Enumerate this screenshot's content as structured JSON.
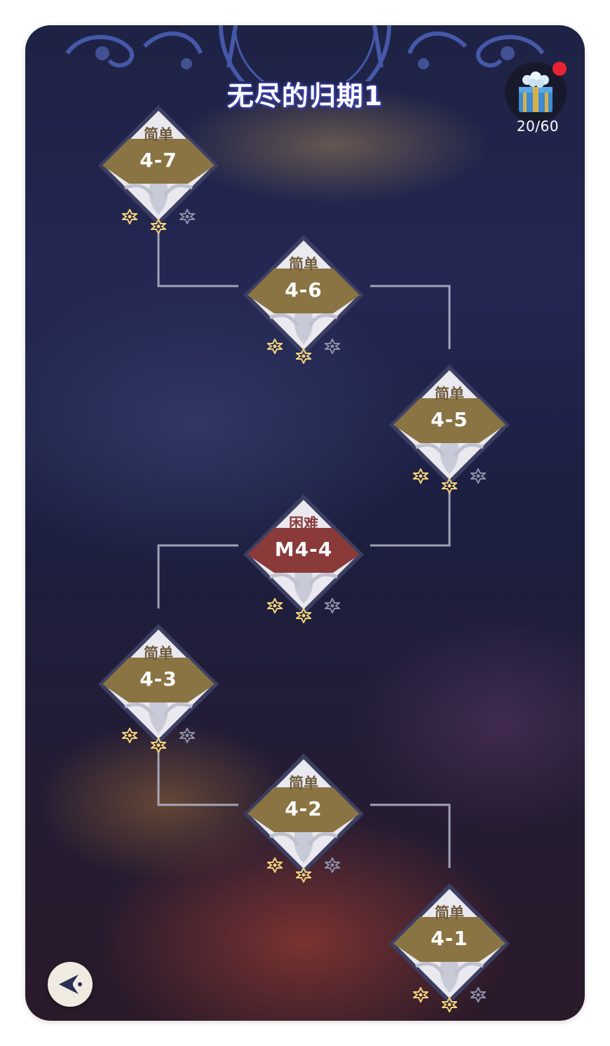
{
  "title": "无尽的归期1",
  "reward": {
    "icon": "gift-box-icon",
    "count": "20/60",
    "has_notification": true
  },
  "stages": [
    {
      "id": "4-7",
      "code": "4-7",
      "difficulty": "简单",
      "type": "normal",
      "stars_earned": 2,
      "stars_total": 3
    },
    {
      "id": "4-6",
      "code": "4-6",
      "difficulty": "简单",
      "type": "normal",
      "stars_earned": 2,
      "stars_total": 3
    },
    {
      "id": "4-5",
      "code": "4-5",
      "difficulty": "简单",
      "type": "normal",
      "stars_earned": 2,
      "stars_total": 3
    },
    {
      "id": "M4-4",
      "code": "M4-4",
      "difficulty": "困难",
      "type": "hard",
      "stars_earned": 2,
      "stars_total": 3
    },
    {
      "id": "4-3",
      "code": "4-3",
      "difficulty": "简单",
      "type": "normal",
      "stars_earned": 2,
      "stars_total": 3
    },
    {
      "id": "4-2",
      "code": "4-2",
      "difficulty": "简单",
      "type": "normal",
      "stars_earned": 2,
      "stars_total": 3
    },
    {
      "id": "4-1",
      "code": "4-1",
      "difficulty": "简单",
      "type": "normal",
      "stars_earned": 2,
      "stars_total": 3
    }
  ],
  "back_button": {
    "icon": "back-arrow-icon"
  },
  "colors": {
    "normal_band": "#8a7443",
    "hard_band": "#8b3a3a",
    "star_earned": "#f3d27a",
    "star_empty": "#8c90a8",
    "notification": "#e82433"
  }
}
